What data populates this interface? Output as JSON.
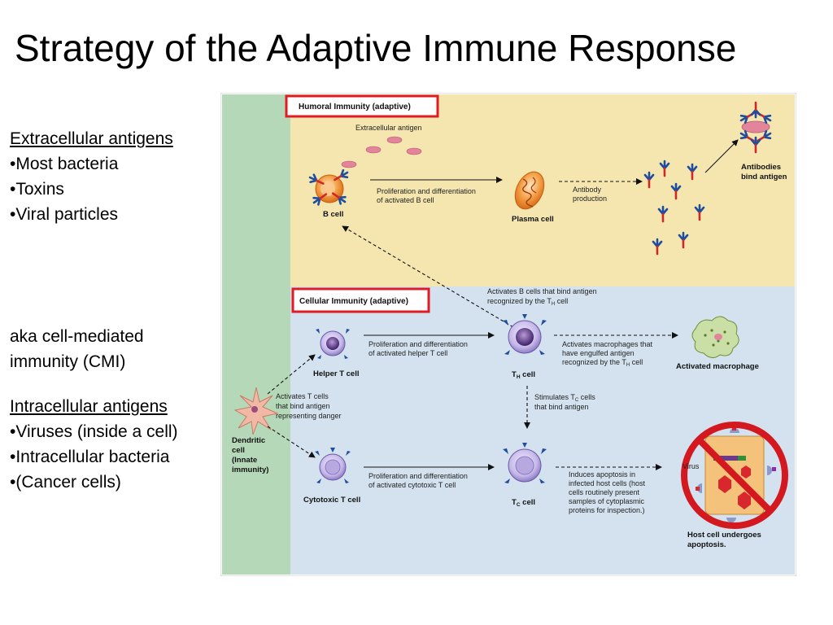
{
  "slide": {
    "title": "Strategy of the Adaptive Immune Response",
    "extracellular": {
      "heading": "Extracellular antigens",
      "items": [
        "•Most bacteria",
        "•Toxins",
        "•Viral particles"
      ]
    },
    "cmi": [
      "aka cell-mediated",
      "immunity (CMI)"
    ],
    "intracellular": {
      "heading": "Intracellular antigens",
      "items": [
        "•Viruses (inside a cell)",
        "•Intracellular bacteria",
        "•(Cancer cells)"
      ]
    }
  },
  "diagram": {
    "humoral_header": "Humoral Immunity (adaptive)",
    "cellular_header": "Cellular Immunity (adaptive)",
    "extracellular_antigen": "Extracellular antigen",
    "b_cell": "B cell",
    "prolif_b": [
      "Proliferation and differentiation",
      "of activated B cell"
    ],
    "plasma_cell": "Plasma cell",
    "antibody_production": [
      "Antibody",
      "production"
    ],
    "antibodies_bind": [
      "Antibodies",
      "bind antigen"
    ],
    "activates_b": [
      "Activates B cells that bind antigen",
      "recognized by the T",
      "H",
      " cell"
    ],
    "helper_t": "Helper T cell",
    "prolif_th": [
      "Proliferation and differentiation",
      "of activated helper T cell"
    ],
    "th_cell": [
      "T",
      "H",
      " cell"
    ],
    "activates_macro": [
      "Activates macrophages that",
      "have engulfed antigen",
      "recognized by the T",
      "H",
      " cell"
    ],
    "activated_macrophage": "Activated macrophage",
    "activates_t": [
      "Activates T cells",
      "that bind antigen",
      "representing danger"
    ],
    "stimulates_tc": [
      "Stimulates T",
      "C",
      " cells",
      "that bind antigen"
    ],
    "dendritic": [
      "Dendritic",
      "cell",
      "(Innate",
      "immunity)"
    ],
    "cytotoxic_t": "Cytotoxic T cell",
    "prolif_tc": [
      "Proliferation and differentiation",
      "of activated cytotoxic T cell"
    ],
    "tc_cell": [
      "T",
      "C",
      " cell"
    ],
    "induces_apoptosis": [
      "Induces apoptosis in",
      "infected host cells (host",
      "cells routinely present",
      "samples of cytoplasmic",
      "proteins for inspection.)"
    ],
    "virus": "Virus",
    "host_apoptosis": [
      "Host cell undergoes",
      "apoptosis."
    ],
    "colors": {
      "innate_band": "#b5d9b8",
      "humoral_bg": "#f5e6b0",
      "cellular_bg": "#d3e2ee",
      "highlight_box": "#e01b24",
      "antibody_blue": "#1f4e9e",
      "antibody_red": "#cc2a2a"
    }
  }
}
